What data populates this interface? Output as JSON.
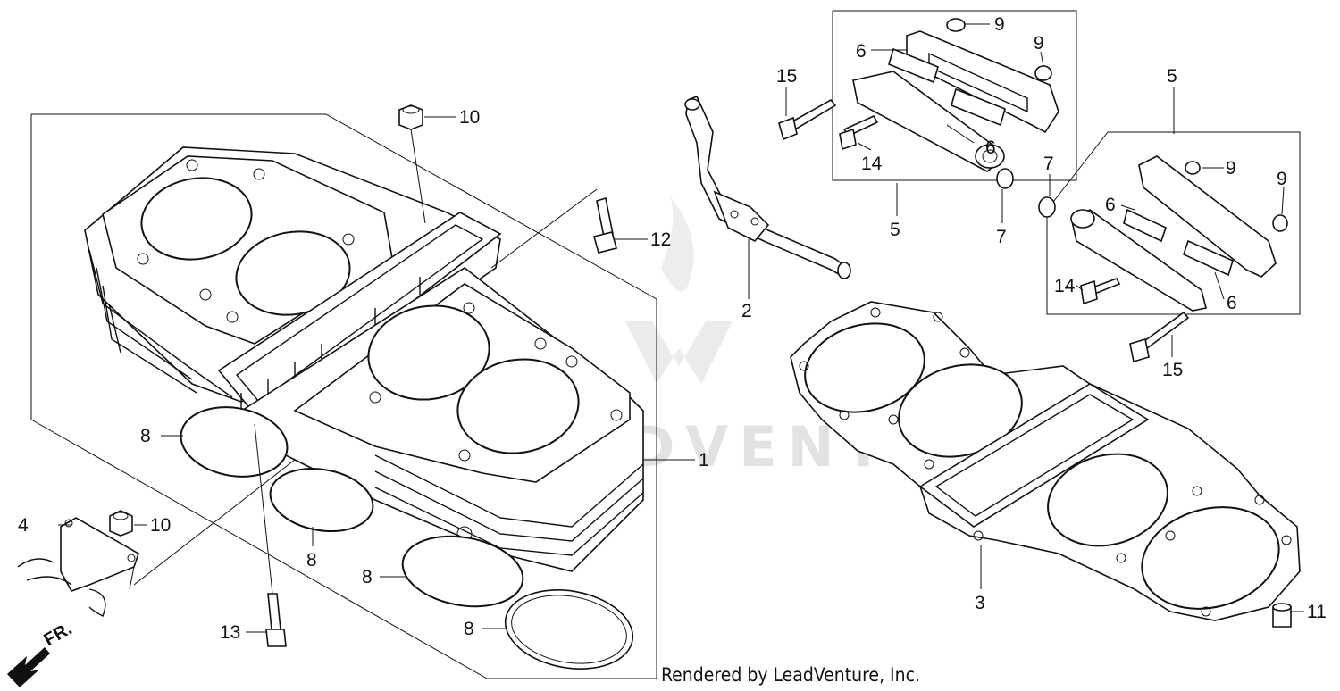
{
  "watermark": "LEADVENTURE",
  "credit": "Rendered by LeadVenture, Inc.",
  "direction_label": "FR.",
  "callouts": {
    "c1": "1",
    "c2": "2",
    "c3": "3",
    "c4": "4",
    "c5a": "5",
    "c5b": "5",
    "c6a": "6",
    "c6b": "6",
    "c6c": "6",
    "c6d": "6",
    "c7a": "7",
    "c7b": "7",
    "c8a": "8",
    "c8b": "8",
    "c8c": "8",
    "c8d": "8",
    "c9a": "9",
    "c9b": "9",
    "c9c": "9",
    "c9d": "9",
    "c10a": "10",
    "c10b": "10",
    "c11": "11",
    "c12": "12",
    "c13": "13",
    "c14a": "14",
    "c14b": "14",
    "c15a": "15",
    "c15b": "15"
  }
}
